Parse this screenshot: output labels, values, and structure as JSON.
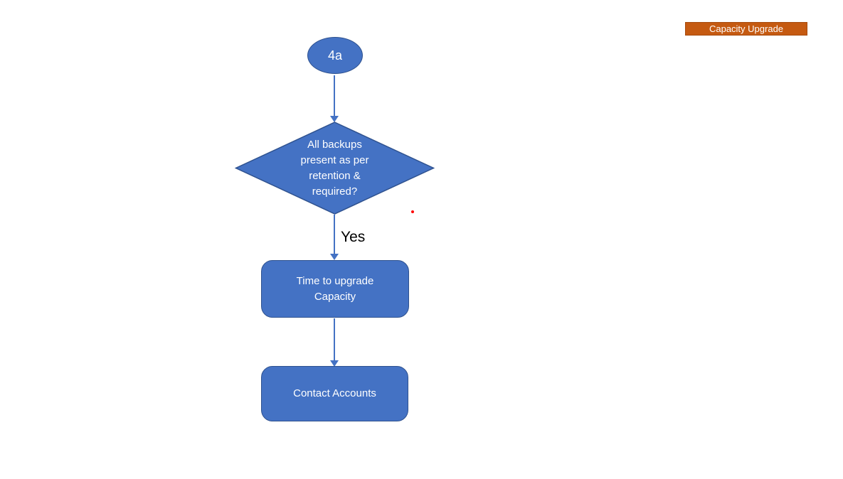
{
  "title_banner": {
    "label": "Capacity Upgrade"
  },
  "flowchart": {
    "start_node": {
      "label": "4a",
      "shape": "ellipse"
    },
    "decision_node": {
      "label": "All backups\npresent as per\nretention &\nrequired?",
      "shape": "diamond"
    },
    "process_node_1": {
      "label": "Time to upgrade\nCapacity",
      "shape": "rounded-rectangle"
    },
    "process_node_2": {
      "label": "Contact Accounts",
      "shape": "rounded-rectangle"
    },
    "edge_labels": {
      "yes": "Yes"
    },
    "colors": {
      "node_fill": "#4472C4",
      "node_border": "#2F528F",
      "connector": "#4472C4",
      "node_text": "#FFFFFF",
      "edge_label_text": "#000000",
      "banner_fill": "#C55A11",
      "banner_text": "#FFFFFF",
      "stray_mark": "#FF0000"
    }
  }
}
